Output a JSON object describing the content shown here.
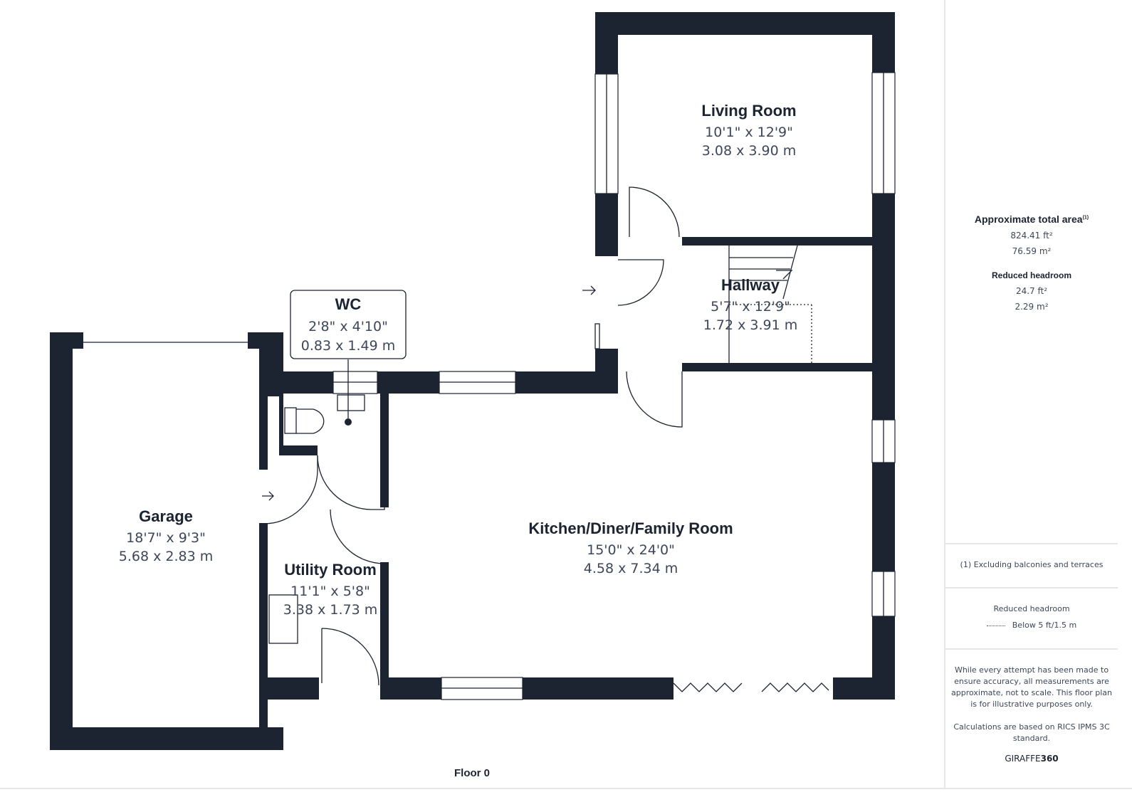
{
  "floor_label": "Floor 0",
  "rooms": [
    {
      "name": "Living Room",
      "imperial": "10'1\" x 12'9\"",
      "metric": "3.08 x 3.90 m"
    },
    {
      "name": "Hallway",
      "imperial": "5'7\" x 12'9\"",
      "metric": "1.72 x 3.91 m"
    },
    {
      "name": "WC",
      "imperial": "2'8\" x 4'10\"",
      "metric": "0.83 x 1.49 m"
    },
    {
      "name": "Garage",
      "imperial": "18'7\" x 9'3\"",
      "metric": "5.68 x 2.83 m"
    },
    {
      "name": "Utility Room",
      "imperial": "11'1\" x 5'8\"",
      "metric": "3.38 x 1.73 m"
    },
    {
      "name": "Kitchen/Diner/Family Room",
      "imperial": "15'0\" x 24'0\"",
      "metric": "4.58 x 7.34 m"
    }
  ],
  "panel": {
    "total_area_title": "Approximate total area",
    "total_area_note_mark": "(1)",
    "total_area_ft": "824.41 ft²",
    "total_area_m": "76.59 m²",
    "reduced_title": "Reduced headroom",
    "reduced_ft": "24.7 ft²",
    "reduced_m": "2.29 m²",
    "footnote": "(1) Excluding balconies and terraces",
    "legend_title": "Reduced headroom",
    "legend_item": "Below 5 ft/1.5 m",
    "disclaimer": "While every attempt has been made to ensure accuracy, all measurements are approximate, not to scale. This floor plan is for illustrative purposes only.",
    "calc_note": "Calculations are based on RICS IPMS 3C standard.",
    "brand_a": "GIRAFFE",
    "brand_b": "360"
  },
  "colors": {
    "wall": "#1c2331",
    "text": "#3d4759"
  }
}
